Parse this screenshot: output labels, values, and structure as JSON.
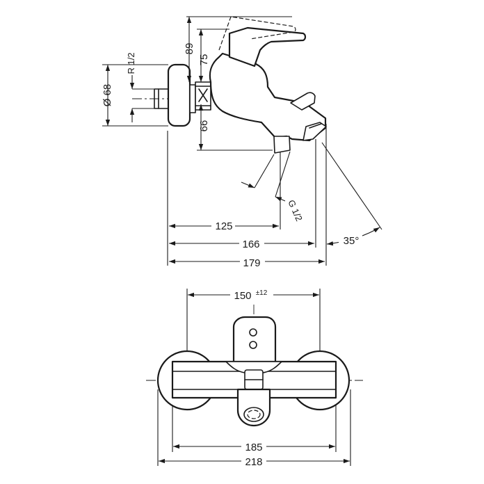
{
  "side_view": {
    "dim_height_total": "89",
    "dim_height_lever": "75",
    "dim_height_spout": "66",
    "dim_thread_wall": "R 1/2",
    "dim_rosette_diameter": "Ø 68",
    "dim_thread_outlet": "G 1/2",
    "dim_outlet_projection": "125",
    "dim_spout_projection": "166",
    "dim_total_projection": "179",
    "dim_angle": "35°"
  },
  "front_view": {
    "dim_center_distance": "150",
    "dim_center_tolerance": "±12",
    "dim_body_width": "185",
    "dim_total_width": "218"
  }
}
